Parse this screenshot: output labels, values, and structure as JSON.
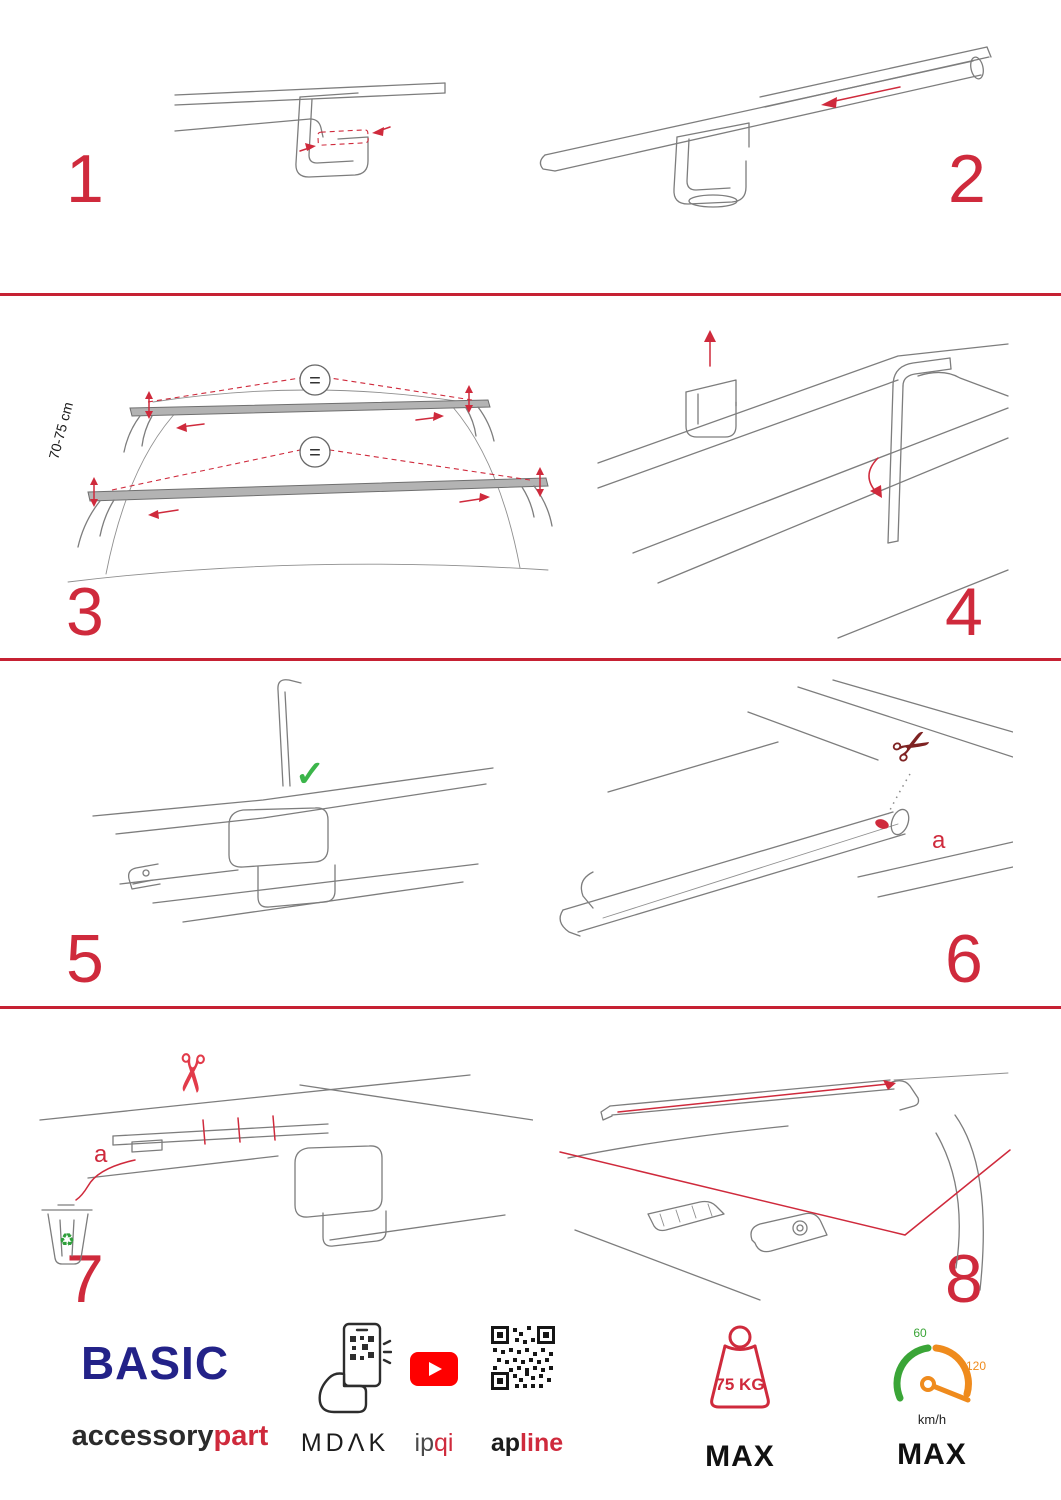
{
  "colors": {
    "accent_red": "#cf2a3c",
    "divider_red": "#c62133",
    "brand_blue": "#232288",
    "check_green": "#3bb54a",
    "recycle_green": "#2e9e3a",
    "gauge_green": "#3aa537",
    "gauge_orange": "#ef8b1d",
    "youtube_red": "#ff0000",
    "drawing_gray": "#7d7d7d"
  },
  "steps": [
    {
      "number": "1"
    },
    {
      "number": "2"
    },
    {
      "number": "3"
    },
    {
      "number": "4"
    },
    {
      "number": "5"
    },
    {
      "number": "6"
    },
    {
      "number": "7"
    },
    {
      "number": "8"
    }
  ],
  "step3": {
    "equals_top": "=",
    "equals_bottom": "=",
    "distance_label": "70-75 cm"
  },
  "step6": {
    "label_a": "a"
  },
  "step7": {
    "label_a": "a"
  },
  "icons": {
    "scissors": "✂",
    "recycle": "♻",
    "check": "✓"
  },
  "footer": {
    "brand": "BASIC",
    "brand_line2_black": "accessory",
    "brand_line2_red": "part",
    "partner_mdak": "MDΛK",
    "partner_ipqi_gray": "ip",
    "partner_ipqi_red": "qi",
    "partner_apline_black": "ap",
    "partner_apline_red": "line",
    "weight_value": "75 KG",
    "weight_max_label": "MAX",
    "gauge_low": "60",
    "gauge_high": "120",
    "gauge_unit": "km/h",
    "gauge_max_label": "MAX"
  }
}
